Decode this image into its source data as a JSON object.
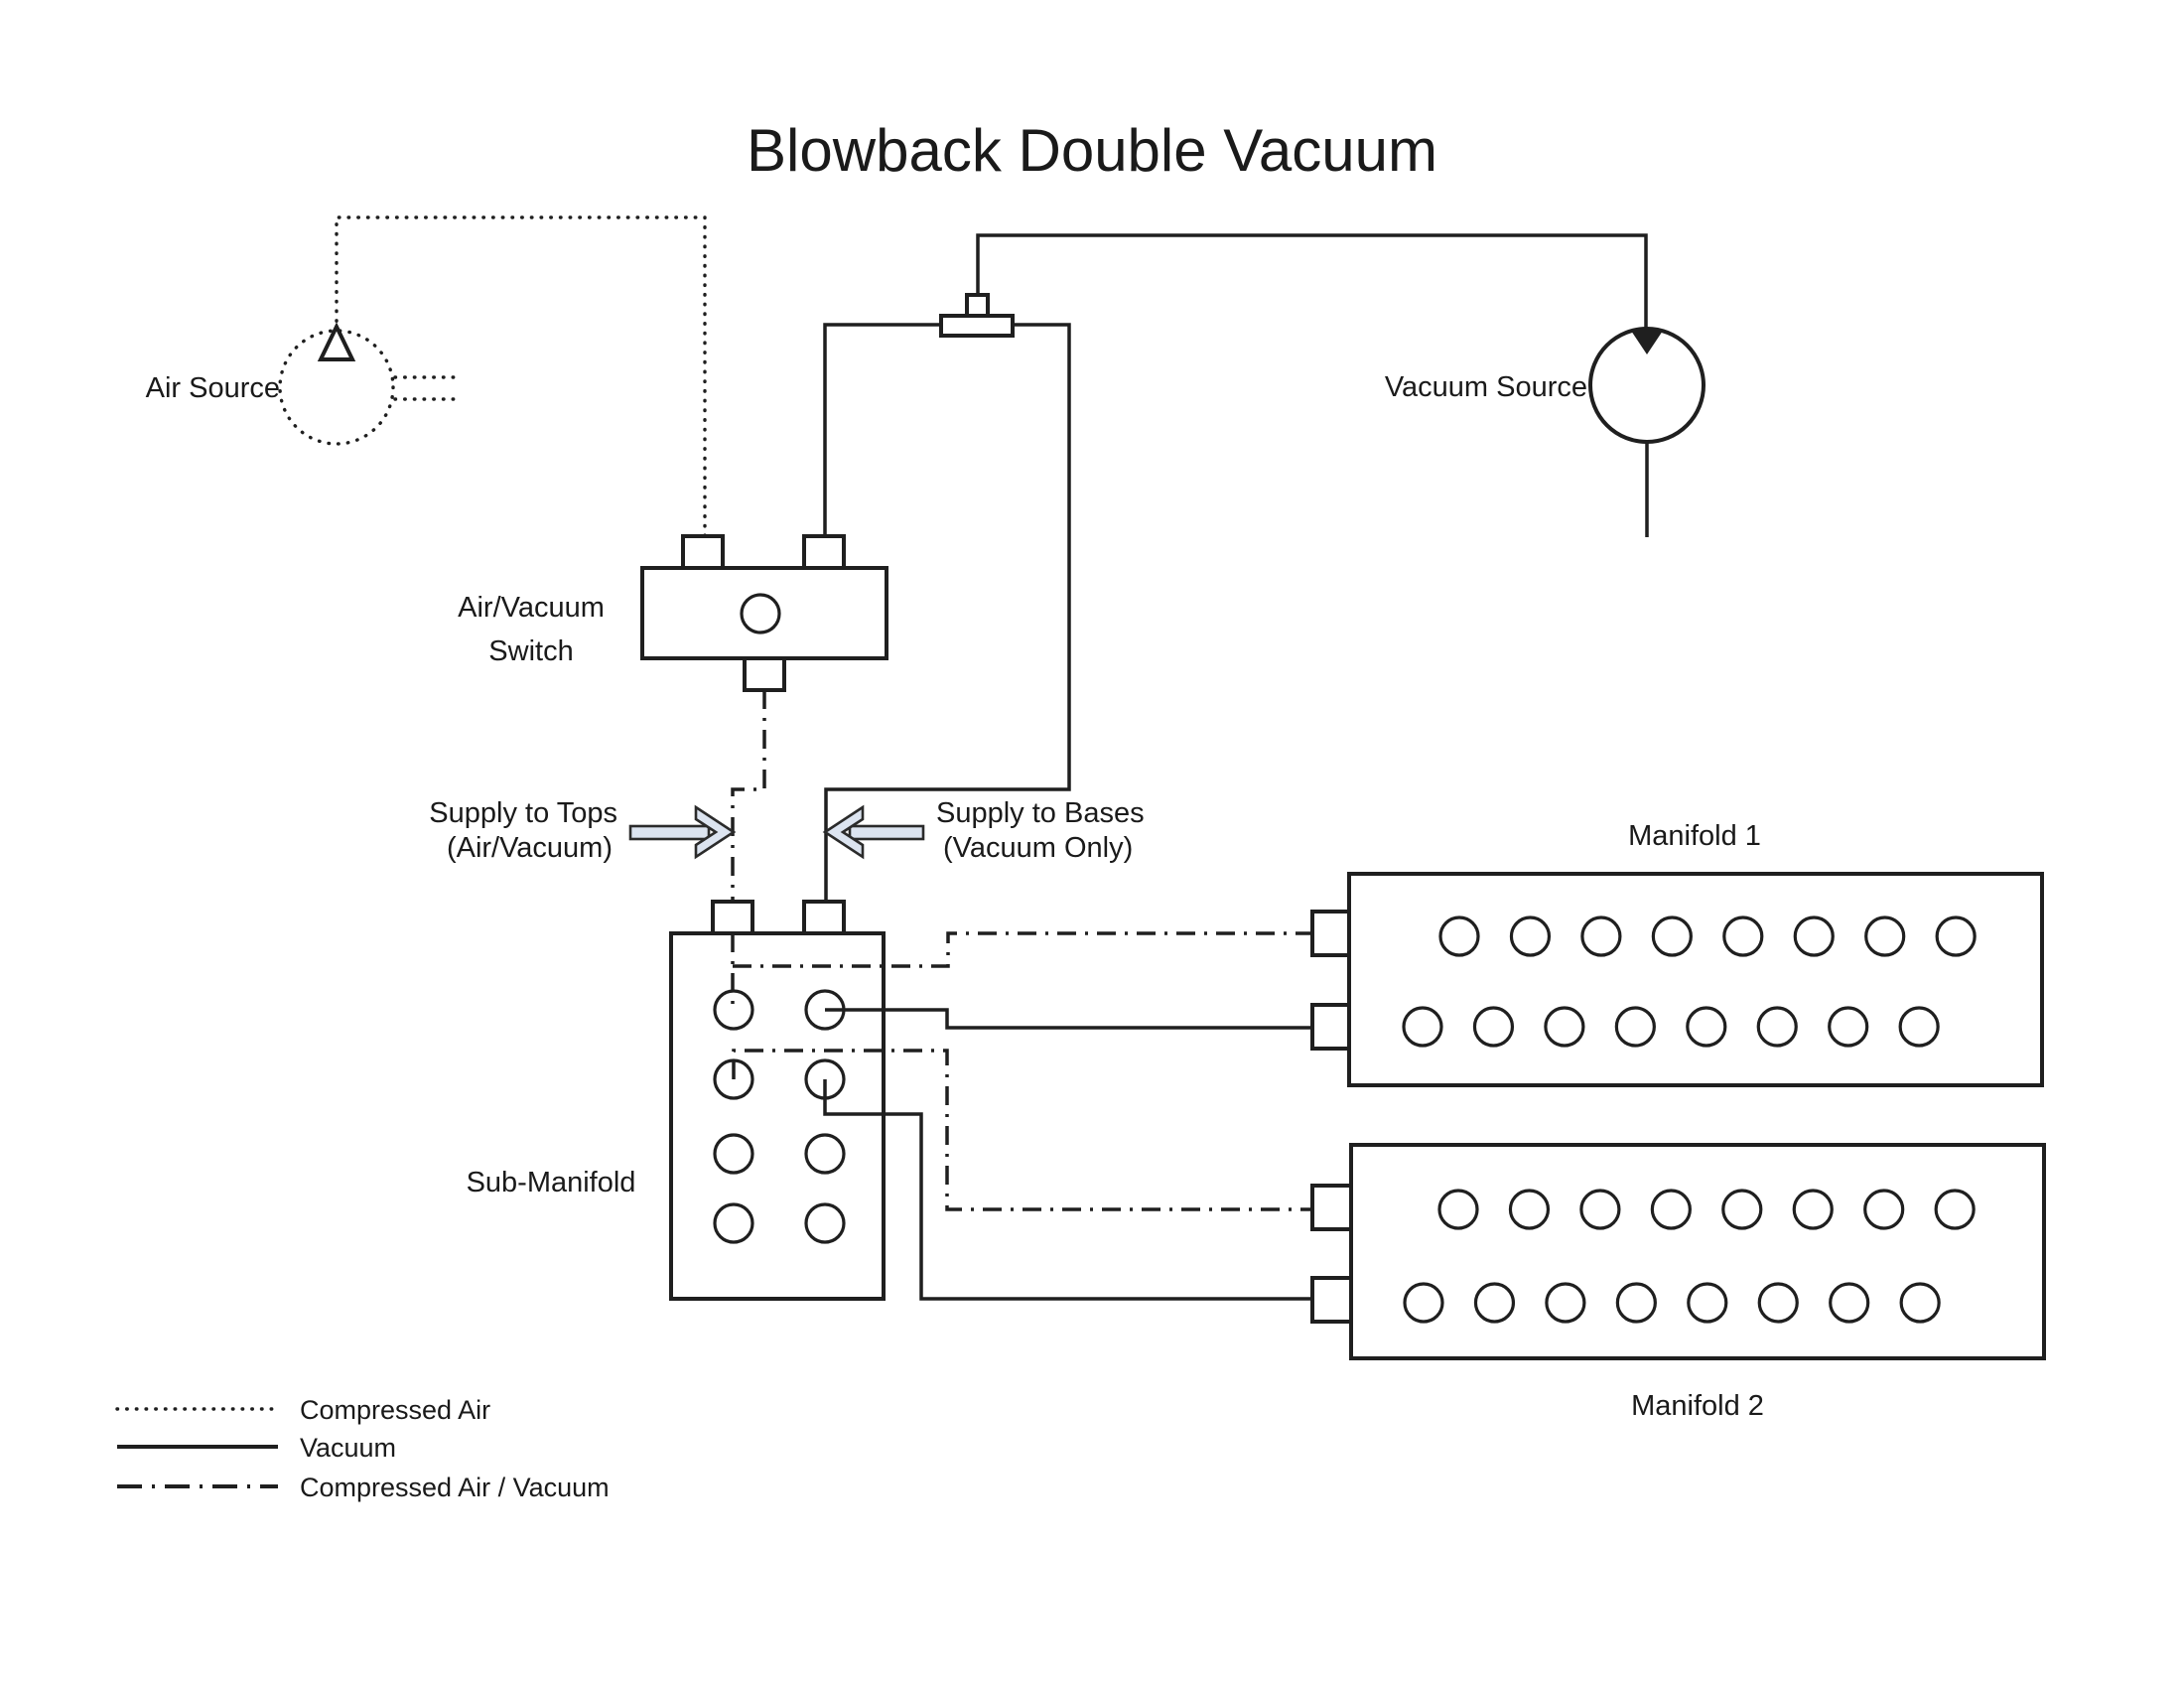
{
  "title": "Blowback Double Vacuum",
  "colors": {
    "line": "#1f1f1f",
    "text": "#1a1a1a",
    "arrow_fill": "#dce4f0",
    "arrow_stroke": "#2b2b2b",
    "background": "#ffffff"
  },
  "air_source": {
    "label": "Air Source"
  },
  "vacuum_source": {
    "label": "Vacuum Source"
  },
  "switch": {
    "label_line1": "Air/Vacuum",
    "label_line2": "Switch"
  },
  "supply_tops": {
    "line1": "Supply to Tops",
    "line2": "(Air/Vacuum)"
  },
  "supply_bases": {
    "line1": "Supply to Bases",
    "line2": "(Vacuum Only)"
  },
  "sub_manifold": {
    "label": "Sub-Manifold",
    "columns": 2,
    "rows": 4
  },
  "manifolds": [
    {
      "label": "Manifold 1",
      "top_row_ports": 8,
      "bottom_row_ports": 8
    },
    {
      "label": "Manifold 2",
      "top_row_ports": 8,
      "bottom_row_ports": 8
    }
  ],
  "legend": {
    "items": [
      {
        "style": "dotted",
        "label": "Compressed Air"
      },
      {
        "style": "solid",
        "label": "Vacuum"
      },
      {
        "style": "dashdot",
        "label": "Compressed Air / Vacuum"
      }
    ]
  }
}
